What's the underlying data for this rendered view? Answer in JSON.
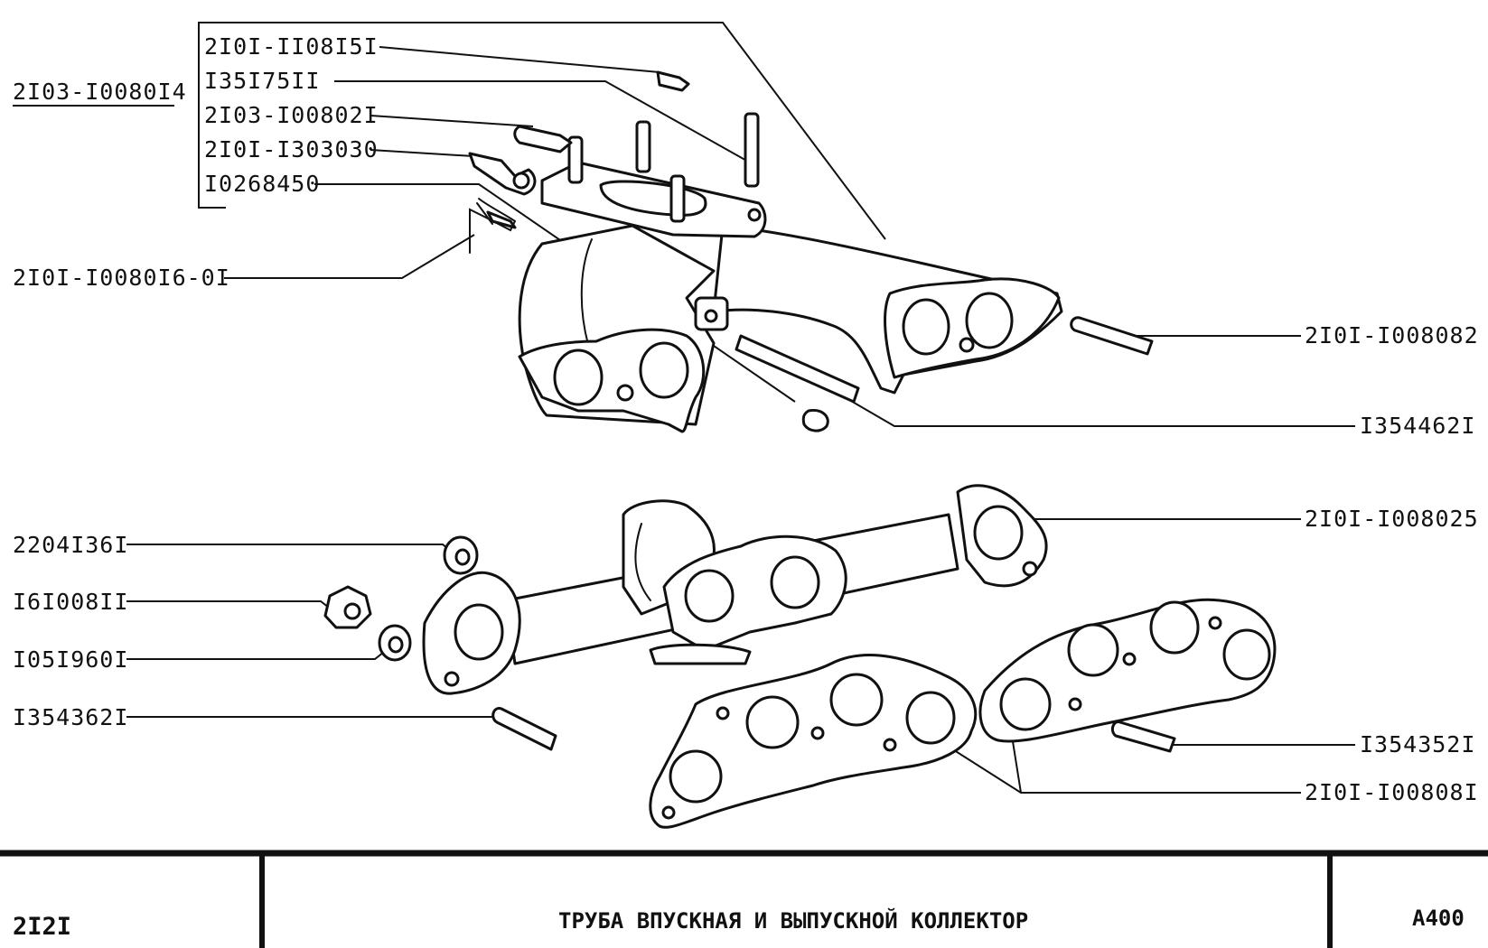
{
  "labels": {
    "group_ref": "2I03-I0080I4",
    "l1": "2I0I-II08I5I",
    "l2": "I35I75II",
    "l3": "2I03-I00802I",
    "l4": "2I0I-I303030",
    "l5": "I0268450",
    "l6": "2I0I-I0080I6-0I",
    "r1": "2I0I-I008082",
    "r2": "I354462I",
    "r3": "2I0I-I008025",
    "l7": "2204I36I",
    "l8": "I6I008II",
    "l9": "I05I960I",
    "l10": "I354362I",
    "r4": "I354352I",
    "r5": "2I0I-I00808I"
  },
  "title_block": {
    "model": "2I2I",
    "title": "ТРУБА ВПУСКНАЯ И ВЫПУСКНОЙ КОЛЛЕКТОР",
    "sheet": "А400"
  }
}
